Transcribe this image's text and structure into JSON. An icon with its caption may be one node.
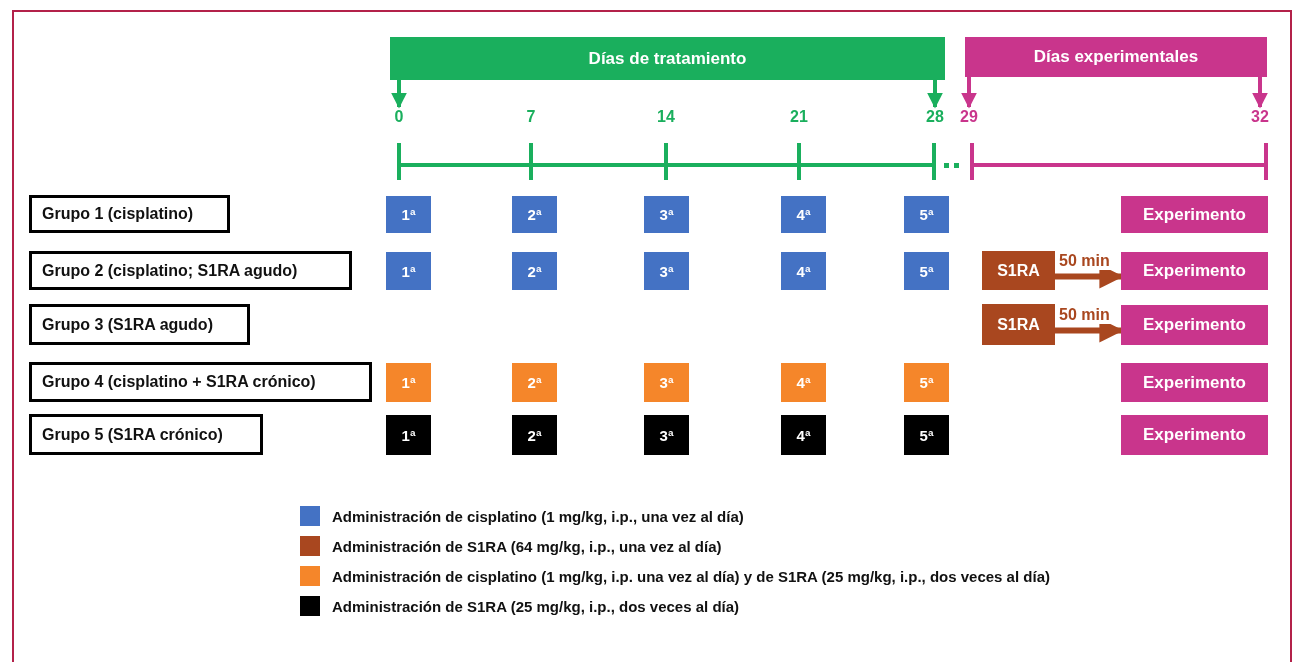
{
  "diagram": {
    "nodes": [
      {
        "text": [
          "Días de tratamiento"
        ]
      },
      {
        "text": [
          "Días experimentales"
        ]
      },
      {
        "text": [
          "0"
        ]
      },
      {
        "text": [
          "28"
        ]
      },
      {
        "text": [
          "29"
        ]
      },
      {
        "text": [
          "32"
        ]
      },
      {
        "text": [
          "Grupo 1 (cisplatino)"
        ]
      },
      {
        "text": [
          "1ª"
        ]
      },
      {
        "text": [
          "2ª"
        ]
      },
      {
        "text": [
          "3ª"
        ]
      },
      {
        "text": [
          "4ª"
        ]
      },
      {
        "text": [
          "5ª"
        ]
      },
      {
        "text": [
          "Experimento"
        ]
      },
      {
        "text": [
          "Grupo 2 (cisplatino; S1RA agudo)"
        ]
      },
      {
        "text": [
          "1ª"
        ]
      },
      {
        "text": [
          "2ª"
        ]
      },
      {
        "text": [
          "3ª"
        ]
      },
      {
        "text": [
          "4ª"
        ]
      },
      {
        "text": [
          "5ª"
        ]
      },
      {
        "text": [
          "S1RA"
        ]
      },
      {
        "text": [
          "Experimento"
        ]
      },
      {
        "text": [
          "Grupo 3 (S1RA agudo)"
        ]
      },
      {
        "text": [
          "S1RA"
        ]
      },
      {
        "text": [
          "Experimento"
        ]
      },
      {
        "text": [
          "Grupo 4 (cisplatino + S1RA crónico)"
        ]
      },
      {
        "text": [
          "1ª"
        ]
      },
      {
        "text": [
          "2ª"
        ]
      },
      {
        "text": [
          "3ª"
        ]
      },
      {
        "text": [
          "4ª"
        ]
      },
      {
        "text": [
          "5ª"
        ]
      },
      {
        "text": [
          "Experimento"
        ]
      },
      {
        "text": [
          "Grupo 5 (S1RA crónico)"
        ]
      },
      {
        "text": [
          "1ª"
        ]
      },
      {
        "text": [
          "2ª"
        ]
      },
      {
        "text": [
          "3ª"
        ]
      },
      {
        "text": [
          "4ª"
        ]
      },
      {
        "text": [
          "5ª"
        ]
      },
      {
        "text": [
          "Experimento"
        ]
      }
    ],
    "edges": [
      {
        "from": 0,
        "to": 2,
        "arrow": "to",
        "color": "#1aaf5d"
      },
      {
        "from": 0,
        "to": 3,
        "arrow": "to",
        "color": "#1aaf5d"
      },
      {
        "from": 1,
        "to": 4,
        "arrow": "to",
        "color": "#c9358c"
      },
      {
        "from": 1,
        "to": 5,
        "arrow": "to",
        "color": "#c9358c"
      },
      {
        "from": 19,
        "to": 20,
        "arrow": "to",
        "label": "50 min",
        "color": "#a9471f"
      },
      {
        "from": 22,
        "to": 23,
        "arrow": "to",
        "label": "50 min",
        "color": "#a9471f"
      }
    ],
    "labels": [
      "7",
      "14",
      "21"
    ],
    "legend": [
      {
        "text": "Administración de cisplatino (1 mg/kg, i.p., una vez al día)",
        "color": "#4472c4"
      },
      {
        "text": "Administración de S1RA (64 mg/kg, i.p., una vez al día)",
        "color": "#a9471f"
      },
      {
        "text": "Administración de cisplatino (1 mg/kg, i.p. una vez al día) y de S1RA (25 mg/kg, i.p.,  dos veces al día)",
        "color": "#f5862a"
      },
      {
        "text": "Administración de S1RA (25 mg/kg, i.p., dos veces al día)",
        "color": "#000000"
      }
    ]
  }
}
